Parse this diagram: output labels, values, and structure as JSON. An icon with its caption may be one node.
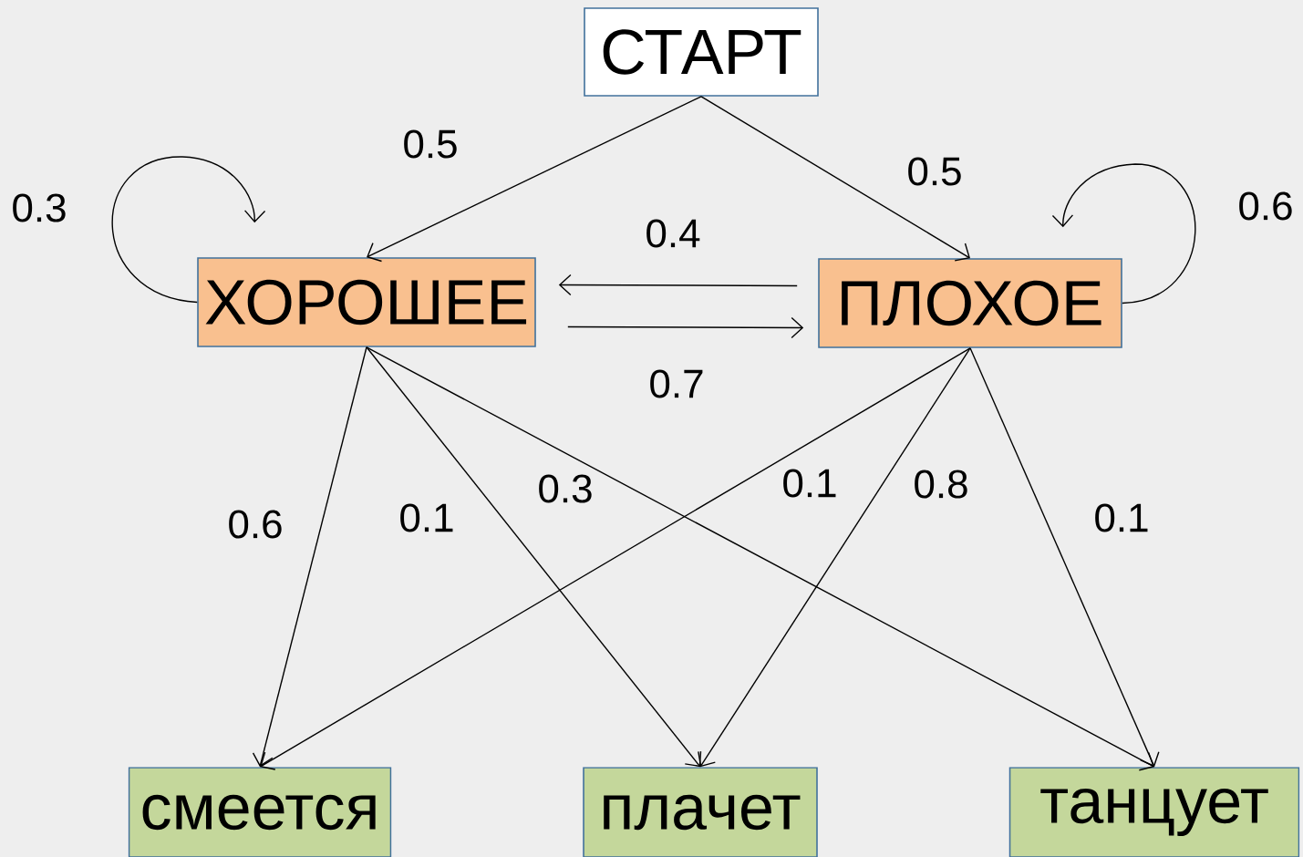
{
  "diagram": {
    "nodes": [
      {
        "text": [
          "СТАРТ"
        ]
      },
      {
        "text": [
          "ХОРОШЕЕ"
        ]
      },
      {
        "text": [
          "ПЛОХОЕ"
        ]
      },
      {
        "text": [
          "смеется"
        ]
      },
      {
        "text": [
          "плачет"
        ]
      },
      {
        "text": [
          "танцует"
        ]
      }
    ],
    "edges": [
      {
        "from": 0,
        "to": 1,
        "arrow": "to",
        "label": "0.5"
      },
      {
        "from": 0,
        "to": 2,
        "arrow": "to",
        "label": "0.5"
      },
      {
        "from": 1,
        "to": 1,
        "arrow": "to",
        "label": "0.3"
      },
      {
        "from": 2,
        "to": 2,
        "arrow": "to",
        "label": "0.6"
      },
      {
        "from": 2,
        "to": 1,
        "arrow": "to",
        "label": "0.4"
      },
      {
        "from": 1,
        "to": 2,
        "arrow": "to",
        "label": "0.7"
      },
      {
        "from": 1,
        "to": 3,
        "arrow": "to",
        "label": "0.6"
      },
      {
        "from": 1,
        "to": 4,
        "arrow": "to",
        "label": "0.1"
      },
      {
        "from": 1,
        "to": 5,
        "arrow": "to",
        "label": "0.3"
      },
      {
        "from": 2,
        "to": 3,
        "arrow": "to",
        "label": "0.1"
      },
      {
        "from": 2,
        "to": 4,
        "arrow": "to",
        "label": "0.8"
      },
      {
        "from": 2,
        "to": 5,
        "arrow": "to",
        "label": "0.1"
      }
    ]
  }
}
